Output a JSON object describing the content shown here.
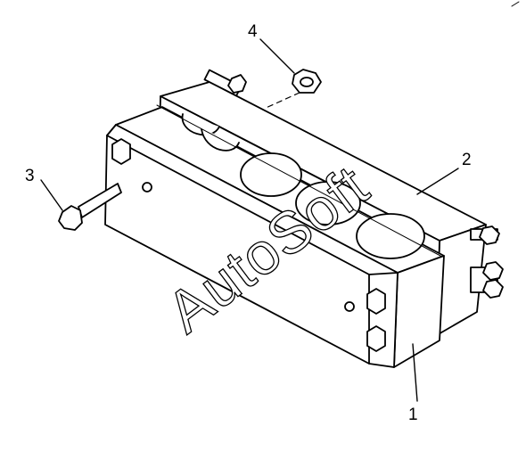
{
  "callouts": {
    "part_1": "1",
    "part_2": "2",
    "part_3": "3",
    "part_4": "4"
  },
  "watermark": {
    "text": "AutoSoft"
  },
  "colors": {
    "line": "#000000",
    "paper": "#ffffff"
  }
}
